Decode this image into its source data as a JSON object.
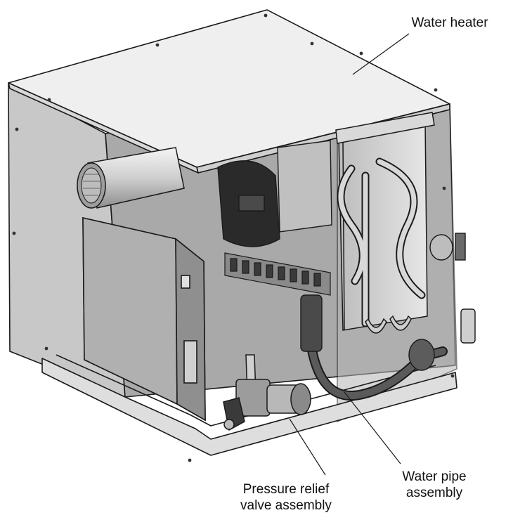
{
  "callouts": {
    "water_heater": "Water heater",
    "pressure_relief": [
      "Pressure relief",
      "valve assembly"
    ],
    "water_pipe": [
      "Water pipe",
      "assembly"
    ]
  },
  "colors": {
    "line": "#1a1a1a",
    "panel_light": "#eeeeee",
    "panel_mid": "#d2d2d2",
    "panel_dark": "#9a9a9a",
    "metal_dark": "#555555"
  },
  "icons": [
    "exhaust-vent-icon",
    "control-box-icon",
    "heat-exchanger-icon",
    "pressure-relief-valve-icon",
    "water-pipe-icon"
  ]
}
